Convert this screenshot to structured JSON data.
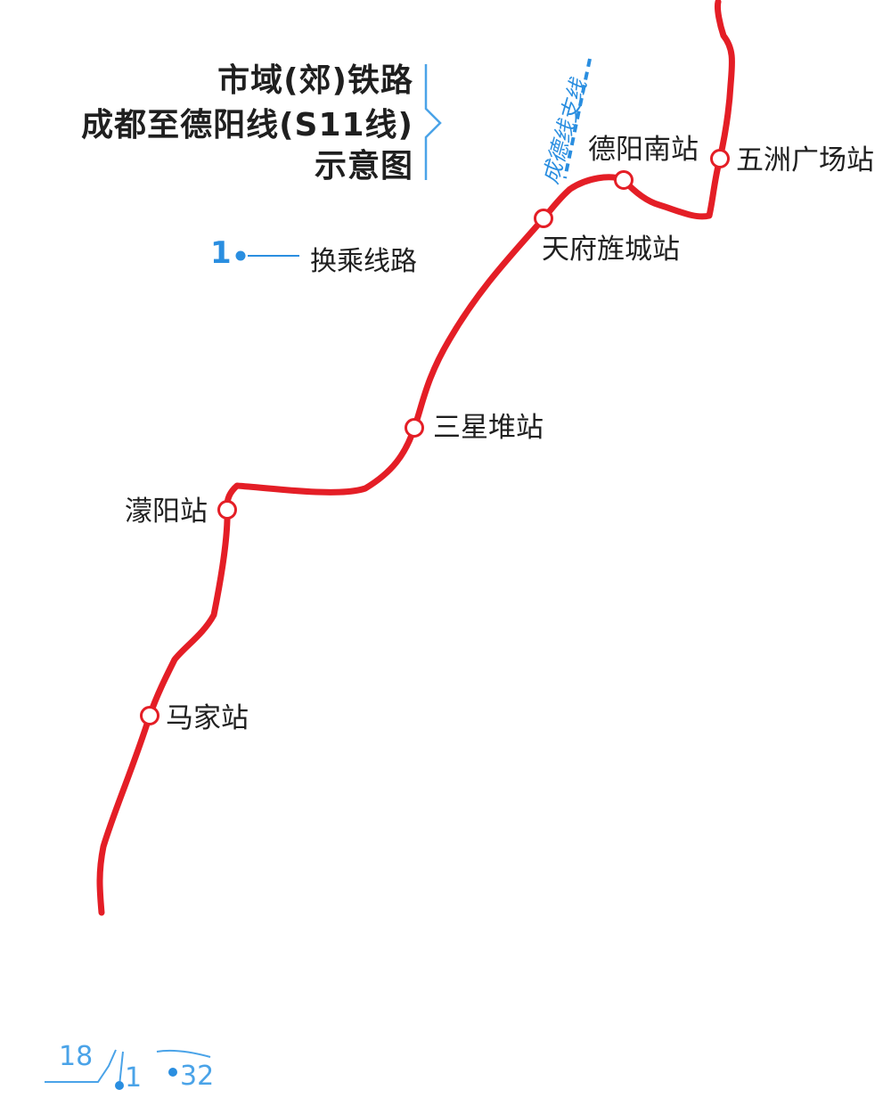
{
  "title": {
    "lines": [
      "市域(郊)铁路",
      "成都至德阳线(S11线)",
      "示意图"
    ]
  },
  "legend": {
    "number": "1",
    "label": "换乘线路"
  },
  "branch_line": {
    "label": "成德线支线",
    "color": "#2a8ee0"
  },
  "line_color": "#e41e26",
  "stations": [
    {
      "name": "五洲广场站"
    },
    {
      "name": "德阳南站"
    },
    {
      "name": "天府旌城站"
    },
    {
      "name": "三星堆站"
    },
    {
      "name": "濛阳站"
    },
    {
      "name": "马家站"
    }
  ],
  "transfer_lines": [
    "18",
    "1",
    "32"
  ]
}
